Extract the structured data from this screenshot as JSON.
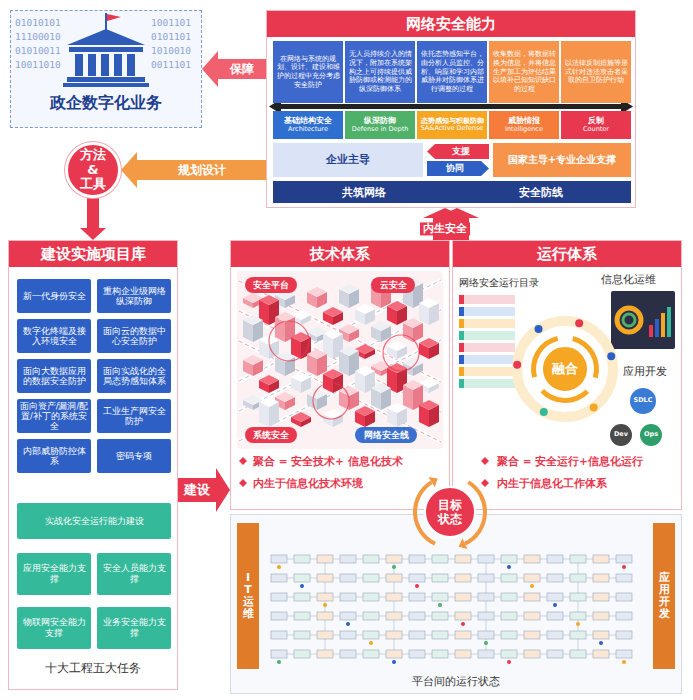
{
  "diagram": {
    "nodes": [
      {
        "text": [
          "政企数字化业务"
        ]
      },
      {
        "text": [
          "网络安全能力"
        ]
      },
      {
        "text": [
          "在网络与系统的规划、设计、建设和维护的过程中充分考虑安全防护"
        ],
        "in": 1
      },
      {
        "text": [
          "无人员持续介入的情况下，附加在系统架构之上可持续提供威胁防御或检测能力的纵深防御体系"
        ],
        "in": 1
      },
      {
        "text": [
          "依托态势感知平台，由分析人员监控、分析、响应和学习内部威胁并对防御体系进行调整的过程"
        ],
        "in": 1
      },
      {
        "text": [
          "收集数据，将数据转换为信息，并将信息生产加工为评估结果以填补已知知识缺口的过程"
        ],
        "in": 1
      },
      {
        "text": [
          "以法律反制措施等形式针对违法攻击者采取的自卫防护行动"
        ],
        "in": 1
      },
      {
        "text": [
          "基础结构安全",
          "Architecture"
        ],
        "in": 1
      },
      {
        "text": [
          "纵深防御",
          "Defense in Depth"
        ],
        "in": 1
      },
      {
        "text": [
          "态势感知与积极防御",
          "SA&Active Defense"
        ],
        "in": 1
      },
      {
        "text": [
          "威胁情报",
          "Intelligence"
        ],
        "in": 1
      },
      {
        "text": [
          "反制",
          "Counter"
        ],
        "in": 1
      },
      {
        "text": [
          "企业主导"
        ],
        "in": 1
      },
      {
        "text": [
          "国家主导+专业企业支撑"
        ],
        "in": 1
      },
      {
        "text": [
          "支援"
        ],
        "in": 1
      },
      {
        "text": [
          "协同"
        ],
        "in": 1
      },
      {
        "text": [
          "共筑网络",
          "安全防线"
        ],
        "in": 1
      },
      {
        "text": [
          "方法 & 工具"
        ]
      },
      {
        "text": [
          "建设实施项目库",
          "十大工程五大任务"
        ]
      },
      {
        "text": [
          "新一代身份安全"
        ],
        "in": 18
      },
      {
        "text": [
          "重构企业级网络纵深防御"
        ],
        "in": 18
      },
      {
        "text": [
          "数字化终端及接入环境安全"
        ],
        "in": 18
      },
      {
        "text": [
          "面向云的数据中心安全防护"
        ],
        "in": 18
      },
      {
        "text": [
          "面向大数据应用的数据安全防护"
        ],
        "in": 18
      },
      {
        "text": [
          "面向实战化的全局态势感知体系"
        ],
        "in": 18
      },
      {
        "text": [
          "面向资产/漏洞/配置/补丁的系统安全"
        ],
        "in": 18
      },
      {
        "text": [
          "工业生产网安全防护"
        ],
        "in": 18
      },
      {
        "text": [
          "内部威胁防控体系"
        ],
        "in": 18
      },
      {
        "text": [
          "密码专项"
        ],
        "in": 18
      },
      {
        "text": [
          "实战化安全运行能力建设"
        ],
        "in": 18
      },
      {
        "text": [
          "应用安全能力支撑"
        ],
        "in": 18
      },
      {
        "text": [
          "安全人员能力支撑"
        ],
        "in": 18
      },
      {
        "text": [
          "物联网安全能力支撑"
        ],
        "in": 18
      },
      {
        "text": [
          "业务安全能力支撑"
        ],
        "in": 18
      },
      {
        "text": [
          "技术体系",
          "聚合 = 安全技术+ 信息化技术",
          "内生于信息化技术环境"
        ]
      },
      {
        "text": [
          "安全平台"
        ],
        "in": 34
      },
      {
        "text": [
          "云安全"
        ],
        "in": 34
      },
      {
        "text": [
          "系统安全"
        ],
        "in": 34
      },
      {
        "text": [
          "网络安全线"
        ],
        "in": 34
      },
      {
        "text": [
          "运行体系",
          "聚合 = 安全运行+信息化运行",
          "内生于信息化工作体系"
        ]
      },
      {
        "text": [
          "融合"
        ],
        "in": 39
      },
      {
        "text": [
          "平台间的运行状态"
        ]
      },
      {
        "text": [
          "目标状态"
        ]
      },
      {
        "text": [
          "IT运维"
        ],
        "in": 41
      },
      {
        "text": [
          "应用开发"
        ],
        "in": 41
      }
    ],
    "edges": [
      {
        "from": 1,
        "to": 0,
        "arrow": "to",
        "label": "保障"
      },
      {
        "from": 1,
        "to": 17,
        "arrow": "to",
        "label": "规划设计"
      },
      {
        "from": 17,
        "to": 18,
        "arrow": "to"
      },
      {
        "from": 18,
        "to": 34,
        "arrow": "to",
        "label": "建设"
      },
      {
        "from": 34,
        "to": 1,
        "arrow": "to",
        "label": "内生安全"
      },
      {
        "from": 39,
        "to": 1,
        "arrow": "to"
      }
    ],
    "labels": [
      "01010101",
      "11100010",
      "01010011",
      "10011010",
      "1001101",
      "0101101",
      "1010010",
      "0011101",
      "信息化运维",
      "网络安全运行目录",
      "应用开发",
      "SDLC",
      "Dev",
      "Ops"
    ]
  }
}
